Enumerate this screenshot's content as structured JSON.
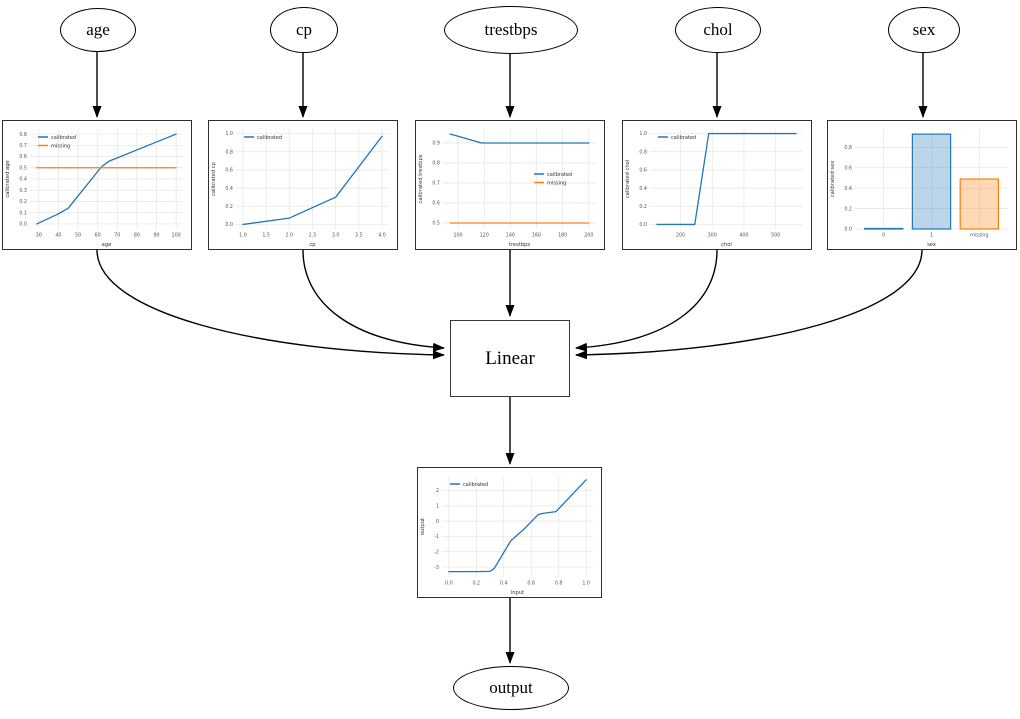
{
  "diagram": {
    "nodes": {
      "age": "age",
      "cp": "cp",
      "trestbps": "trestbps",
      "chol": "chol",
      "sex": "sex",
      "linear": "Linear",
      "output": "output"
    }
  },
  "colors": {
    "calibrated": "#1f77b4",
    "missing": "#ff7f0e",
    "grid": "#e4e4e4",
    "tick_text": "#555555",
    "label_text": "#333333"
  },
  "chart_data": [
    {
      "type": "line",
      "title": "",
      "xlabel": "age",
      "ylabel": "calibrated age",
      "xlim": [
        25.5,
        103.5
      ],
      "ylim": [
        -0.045,
        0.845
      ],
      "xticks": [
        "30",
        "40",
        "50",
        "60",
        "70",
        "80",
        "90",
        "100"
      ],
      "yticks": [
        "0.0",
        "0.1",
        "0.2",
        "0.3",
        "0.4",
        "0.5",
        "0.6",
        "0.7",
        "0.8"
      ],
      "legend": "nw",
      "series": [
        {
          "name": "calibrated",
          "color": "#1f77b4",
          "x": [
            29,
            40,
            45,
            62,
            66,
            100
          ],
          "y": [
            0.0,
            0.09,
            0.14,
            0.51,
            0.56,
            0.8
          ]
        },
        {
          "name": "missing",
          "color": "#ff7f0e",
          "x": [
            29,
            100
          ],
          "y": [
            0.5,
            0.5
          ]
        }
      ]
    },
    {
      "type": "line",
      "title": "",
      "xlabel": "cp",
      "ylabel": "calibrated cp",
      "xlim": [
        0.85,
        4.15
      ],
      "ylim": [
        -0.05,
        1.05
      ],
      "xticks": [
        "1.0",
        "1.5",
        "2.0",
        "2.5",
        "3.0",
        "3.5",
        "4.0"
      ],
      "yticks": [
        "0.0",
        "0.2",
        "0.4",
        "0.6",
        "0.8",
        "1.0"
      ],
      "legend": "nw",
      "series": [
        {
          "name": "calibrated",
          "color": "#1f77b4",
          "x": [
            1.0,
            2.0,
            3.0,
            4.0
          ],
          "y": [
            0.0,
            0.07,
            0.3,
            0.97
          ]
        }
      ]
    },
    {
      "type": "line",
      "title": "",
      "xlabel": "trestbps",
      "ylabel": "calibrated trestbps",
      "xlim": [
        88.5,
        205.5
      ],
      "ylim": [
        0.47,
        0.97
      ],
      "xticks": [
        "100",
        "120",
        "140",
        "160",
        "180",
        "200"
      ],
      "yticks": [
        "0.5",
        "0.6",
        "0.7",
        "0.8",
        "0.9"
      ],
      "legend": "e",
      "series": [
        {
          "name": "calibrated",
          "color": "#1f77b4",
          "x": [
            94,
            118,
            200
          ],
          "y": [
            0.945,
            0.9,
            0.9
          ]
        },
        {
          "name": "missing",
          "color": "#ff7f0e",
          "x": [
            94,
            200
          ],
          "y": [
            0.5,
            0.5
          ]
        }
      ]
    },
    {
      "type": "line",
      "title": "",
      "xlabel": "chol",
      "ylabel": "calibrated chol",
      "xlim": [
        104,
        586
      ],
      "ylim": [
        -0.05,
        1.05
      ],
      "xticks": [
        "200",
        "300",
        "400",
        "500"
      ],
      "yticks": [
        "0.0",
        "0.2",
        "0.4",
        "0.6",
        "0.8",
        "1.0"
      ],
      "legend": "nw",
      "series": [
        {
          "name": "calibrated",
          "color": "#1f77b4",
          "x": [
            126,
            245,
            289,
            564
          ],
          "y": [
            0.0,
            0.0,
            1.0,
            1.0
          ]
        }
      ]
    },
    {
      "type": "bar",
      "title": "",
      "xlabel": "sex",
      "ylabel": "calibrated sex",
      "categories": [
        "0",
        "1",
        "missing"
      ],
      "values": [
        0.005,
        0.93,
        0.49
      ],
      "bar_colors": [
        "#1f77b4",
        "#1f77b4",
        "#ff7f0e"
      ],
      "ylim": [
        0,
        0.98
      ],
      "yticks": [
        "0.0",
        "0.2",
        "0.4",
        "0.6",
        "0.8"
      ]
    },
    {
      "type": "line",
      "title": "",
      "xlabel": "input",
      "ylabel": "output",
      "xlim": [
        -0.05,
        1.05
      ],
      "ylim": [
        -3.65,
        2.95
      ],
      "xticks": [
        "0.0",
        "0.2",
        "0.4",
        "0.6",
        "0.8",
        "1.0"
      ],
      "yticks": [
        "-3",
        "-2",
        "-1",
        "0",
        "1",
        "2"
      ],
      "legend": "nw",
      "ml": 24,
      "series": [
        {
          "name": "calibrated",
          "color": "#1f77b4",
          "x": [
            0.0,
            0.2,
            0.3,
            0.33,
            0.45,
            0.55,
            0.65,
            0.68,
            0.78,
            1.0
          ],
          "y": [
            -3.3,
            -3.3,
            -3.28,
            -3.1,
            -1.3,
            -0.5,
            0.42,
            0.5,
            0.62,
            2.7
          ]
        }
      ]
    }
  ]
}
